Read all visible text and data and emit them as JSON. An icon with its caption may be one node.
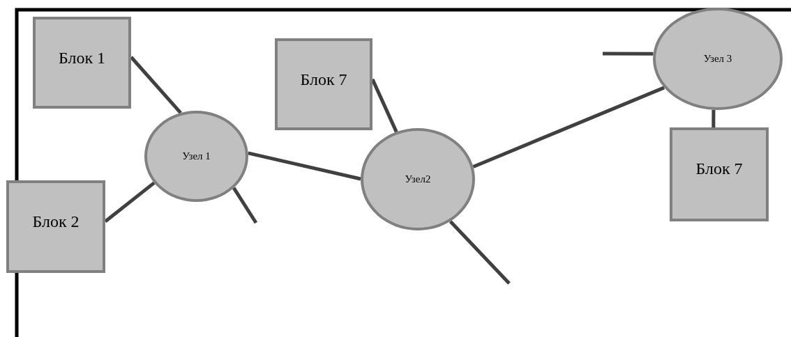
{
  "diagram": {
    "nodes": [
      {
        "text": [
          "Блок 1"
        ]
      },
      {
        "text": [
          "Блок 7"
        ]
      },
      {
        "text": [
          "Узел 3"
        ]
      },
      {
        "text": [
          "Узел 1"
        ]
      },
      {
        "text": [
          "Блок 7"
        ]
      },
      {
        "text": [
          "Блок 2"
        ]
      },
      {
        "text": [
          "Узел2"
        ]
      }
    ],
    "edges": [
      {
        "from": 0,
        "to": 3,
        "arrow": "none"
      },
      {
        "from": 5,
        "to": 3,
        "arrow": "none"
      },
      {
        "from": 3,
        "to": null,
        "arrow": "none"
      },
      {
        "from": 3,
        "to": 6,
        "arrow": "none"
      },
      {
        "from": 1,
        "to": 6,
        "arrow": "none"
      },
      {
        "from": 6,
        "to": 2,
        "arrow": "none"
      },
      {
        "from": 6,
        "to": null,
        "arrow": "none"
      },
      {
        "from": null,
        "to": 2,
        "arrow": "none"
      },
      {
        "from": 2,
        "to": 4,
        "arrow": "none"
      }
    ]
  }
}
